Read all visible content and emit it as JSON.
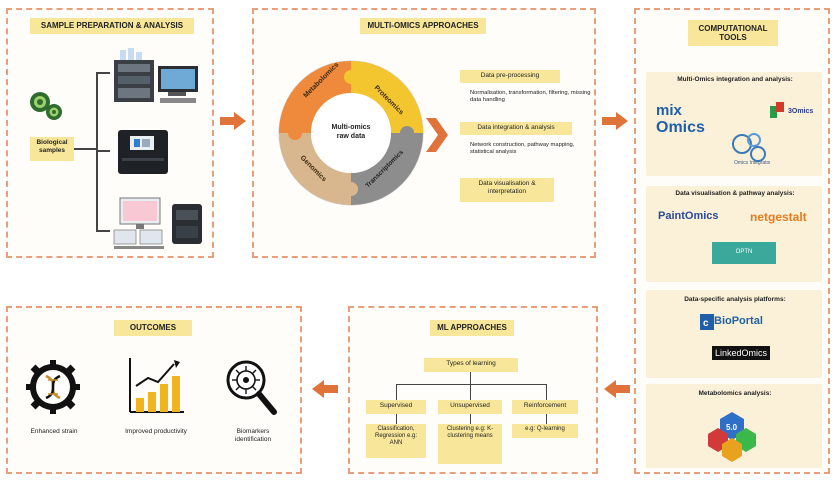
{
  "sample": {
    "title": "SAMPLE PREPARATION & ANALYSIS",
    "bio_label": "Biological samples"
  },
  "omics": {
    "title": "MULTI-OMICS APPROACHES",
    "center": "Multi-omics raw data",
    "segments": [
      "Metabolomics",
      "Proteomics",
      "Transcriptomics",
      "Genomics"
    ],
    "steps": [
      {
        "label": "Data pre-processing",
        "detail": "Normalisation, transformation, filtering, missing data handling"
      },
      {
        "label": "Data integration & analysis",
        "detail": "Network construction, pathway mapping, statistical analysis"
      },
      {
        "label": "Data visualisation & interpretation",
        "detail": ""
      }
    ]
  },
  "tools": {
    "title": "COMPUTATIONAL TOOLS",
    "sections": [
      {
        "heading": "Multi-Omics integration and analysis:"
      },
      {
        "heading": "Data visualisation & pathway analysis:"
      },
      {
        "heading": "Data-specific analysis platforms:"
      },
      {
        "heading": "Metabolomics analysis:"
      }
    ],
    "logos": {
      "mixomics": "mixOmics",
      "threeomics": "3Omics",
      "paintomics": "PaintOmics",
      "netgestalt": "netgestalt",
      "cbioportal": "cBioPortal",
      "linkedomics": "LinkedOmics",
      "teal": "OPTN",
      "metabo": "5.0"
    },
    "colors": {
      "mixomics_blue": "#1f5fa8",
      "netgestalt_orange": "#e87a1e",
      "teal": "#3aa89a"
    }
  },
  "ml": {
    "title": "ML APPROACHES",
    "types": "Types of learning",
    "categories": [
      {
        "label": "Supervised",
        "example": "Classification, Regression e.g: ANN"
      },
      {
        "label": "Unsupervised",
        "example": "Clustering e.g: K-clustering means"
      },
      {
        "label": "Reinforcement",
        "example": "e.g: Q-learning"
      }
    ]
  },
  "outcomes": {
    "title": "OUTCOMES",
    "items": [
      {
        "label": "Enhanced strain",
        "icon": "dna-gear-icon"
      },
      {
        "label": "Improved productivity",
        "icon": "bar-chart-icon"
      },
      {
        "label": "Biomarkers identification",
        "icon": "magnifier-cell-icon"
      }
    ]
  },
  "accent": {
    "arrow": "#e0733a",
    "dashed": "#e8a07c",
    "yellow": "#f8e79a"
  }
}
